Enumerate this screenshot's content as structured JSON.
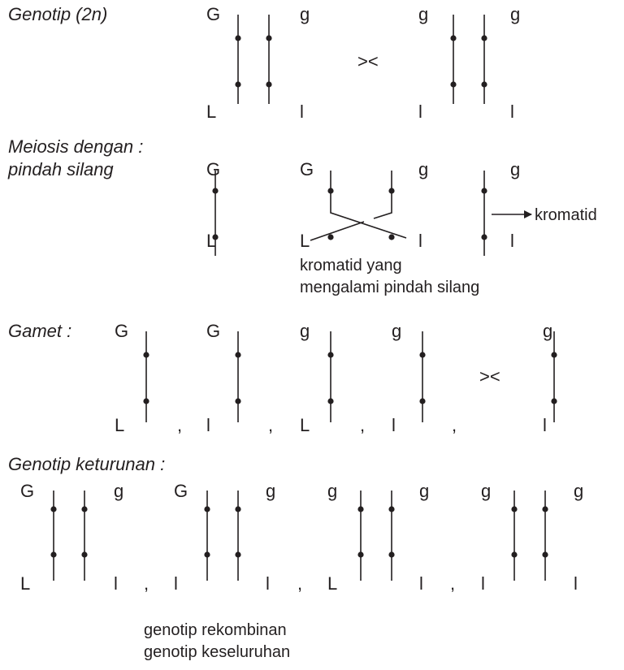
{
  "labels": {
    "genotip": "Genotip (2n)",
    "meiosis_line1": "Meiosis dengan :",
    "meiosis_line2": "pindah silang",
    "gamet": "Gamet :",
    "keturunan": "Genotip keturunan :"
  },
  "cross_symbol": "><",
  "separator": ",",
  "parents": [
    {
      "top_left": "G",
      "top_right": "g",
      "bottom_left": "L",
      "bottom_right": "l"
    },
    {
      "top_left": "g",
      "top_right": "g",
      "bottom_left": "l",
      "bottom_right": "l"
    }
  ],
  "meiosis": {
    "chromatids": [
      {
        "top": "G",
        "bottom": "L"
      },
      {
        "top": "G",
        "bottom": "L"
      },
      {
        "top": "g",
        "bottom": "l"
      },
      {
        "top": "g",
        "bottom": "l"
      }
    ],
    "kromatid_label": "kromatid",
    "crossover_note_line1": "kromatid yang",
    "crossover_note_line2": "mengalami pindah silang"
  },
  "gametes": [
    {
      "top": "G",
      "bottom": "L"
    },
    {
      "top": "G",
      "bottom": "l"
    },
    {
      "top": "g",
      "bottom": "L"
    },
    {
      "top": "g",
      "bottom": "l"
    },
    {
      "top": "g",
      "bottom": "l"
    }
  ],
  "offspring": [
    {
      "top_left": "G",
      "top_right": "g",
      "bottom_left": "L",
      "bottom_right": "l"
    },
    {
      "top_left": "G",
      "top_right": "g",
      "bottom_left": "l",
      "bottom_right": "l"
    },
    {
      "top_left": "g",
      "top_right": "g",
      "bottom_left": "L",
      "bottom_right": "l"
    },
    {
      "top_left": "g",
      "top_right": "g",
      "bottom_left": "l",
      "bottom_right": "l"
    }
  ],
  "footer": {
    "line1": "genotip rekombinan",
    "line2": "genotip keseluruhan"
  }
}
